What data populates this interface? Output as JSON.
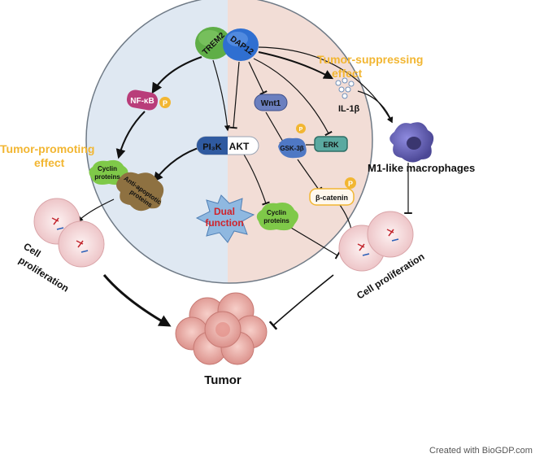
{
  "labels": {
    "trem2": "TREM2",
    "dap12": "DAP12",
    "tumor_suppressing_1": "Tumor-suppressing",
    "tumor_suppressing_2": "effect",
    "tumor_promoting_1": "Tumor-promoting",
    "tumor_promoting_2": "effect",
    "nfkb": "NF-κB",
    "phospho": "P",
    "wnt1": "Wnt1",
    "il1b": "IL-1β",
    "pi3k": "PI₃K",
    "akt": "AKT",
    "gsk3b": "GSK-3β",
    "erk": "ERK",
    "m1_macrophages": "M1-like macrophages",
    "cyclin_1": "Cyclin",
    "cyclin_2": "proteins",
    "anti_apoptotic_1": "Anti-apoptotic",
    "anti_apoptotic_2": "proteins",
    "dual_1": "Dual",
    "dual_2": "function",
    "beta_catenin": "β-catenin",
    "cell_prolif_1": "Cell",
    "cell_prolif_2": "proliferation",
    "cell_proliferation": "Cell proliferation",
    "tumor": "Tumor",
    "credit": "Created with BioGDP.com"
  },
  "colors": {
    "left_half": "#dfe8f2",
    "right_half": "#f2ddd6",
    "accent_yellow": "#f2b632",
    "nfkb": "#b93d7a",
    "dap12": "#2f6fd1",
    "trem2": "#5fae47",
    "cyclin": "#7fc949",
    "anti_apoptotic": "#8e7141",
    "macrophage": "#6b68b8",
    "dual_star": "#8fb8e0",
    "dual_text": "#d0232a",
    "erk": "#5aa9a0",
    "beta_catenin_border": "#f2b632",
    "tumor": "#e8a9a4"
  }
}
